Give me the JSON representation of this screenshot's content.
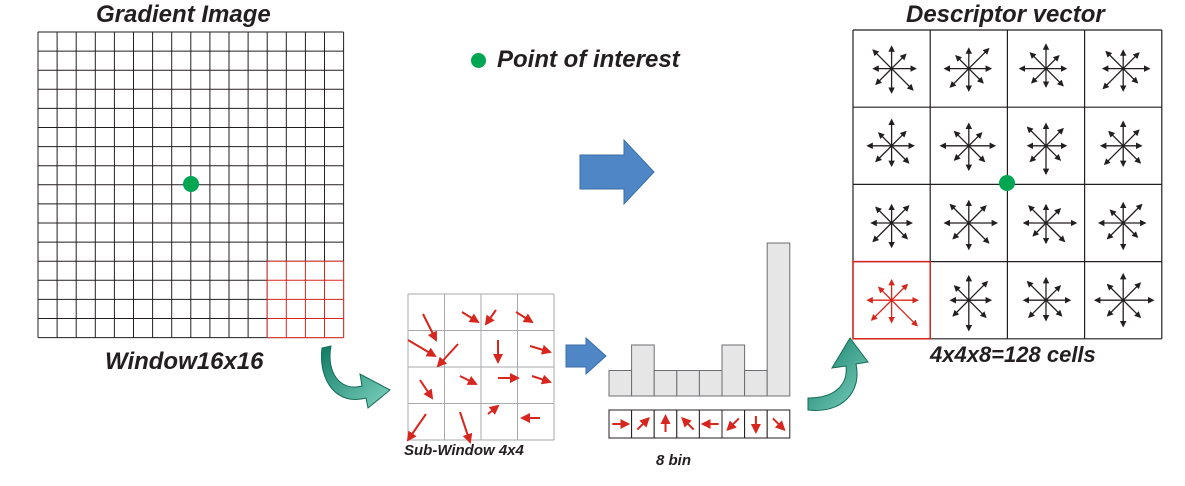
{
  "labels": {
    "gradient_image": "Gradient Image",
    "window": "Window16x16",
    "point_of_interest": "Point of interest",
    "descriptor_vector": "Descriptor vector",
    "cells": "4x4x8=128 cells",
    "sub_window": "Sub-Window 4x4",
    "bins": "8 bin"
  },
  "colors": {
    "grid_line": "#231f20",
    "highlight": "#d7261e",
    "point": "#00a651",
    "big_arrow": "#4f86c6",
    "curved_arrow": "#2e9b7f",
    "histogram_fill": "#e6e6e6",
    "histogram_stroke": "#6d6e71"
  },
  "histogram": {
    "bins": [
      "right",
      "up-right",
      "up",
      "up-left",
      "left",
      "down-left",
      "down",
      "down-right"
    ],
    "values": [
      1,
      2,
      1,
      1,
      1,
      2,
      1,
      6
    ]
  }
}
